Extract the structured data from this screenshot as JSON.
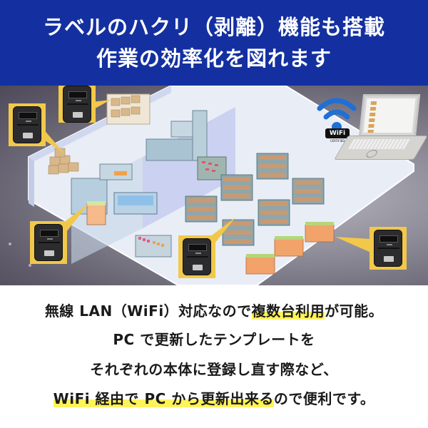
{
  "banner": {
    "line1": "ラベルのハクリ（剥離）機能も搭載",
    "line2": "作業の効率化を図れます",
    "background": "#1430a0",
    "text_color": "#ffffff"
  },
  "illustration": {
    "description": "Isometric store floor with mobile label printers connected via WiFi to a laptop",
    "callout_color": "#f1c84a",
    "wifi_logo_text": "WiFi",
    "wifi_certified_text": "CERTIFIED",
    "wifi_color": "#1f6fd6",
    "printer_count": 5
  },
  "copy": {
    "line1": {
      "pre": "無線 LAN（WiFi）対応なので",
      "highlight": "複数台利用",
      "post": "が可能。"
    },
    "line2": "PC で更新したテンプレートを",
    "line3": "それぞれの本体に登録し直す際など、",
    "line4": {
      "highlight": "WiFi 経由で PC から更新出来る",
      "post": "ので便利です。"
    },
    "highlight_color": "#fff35a"
  }
}
